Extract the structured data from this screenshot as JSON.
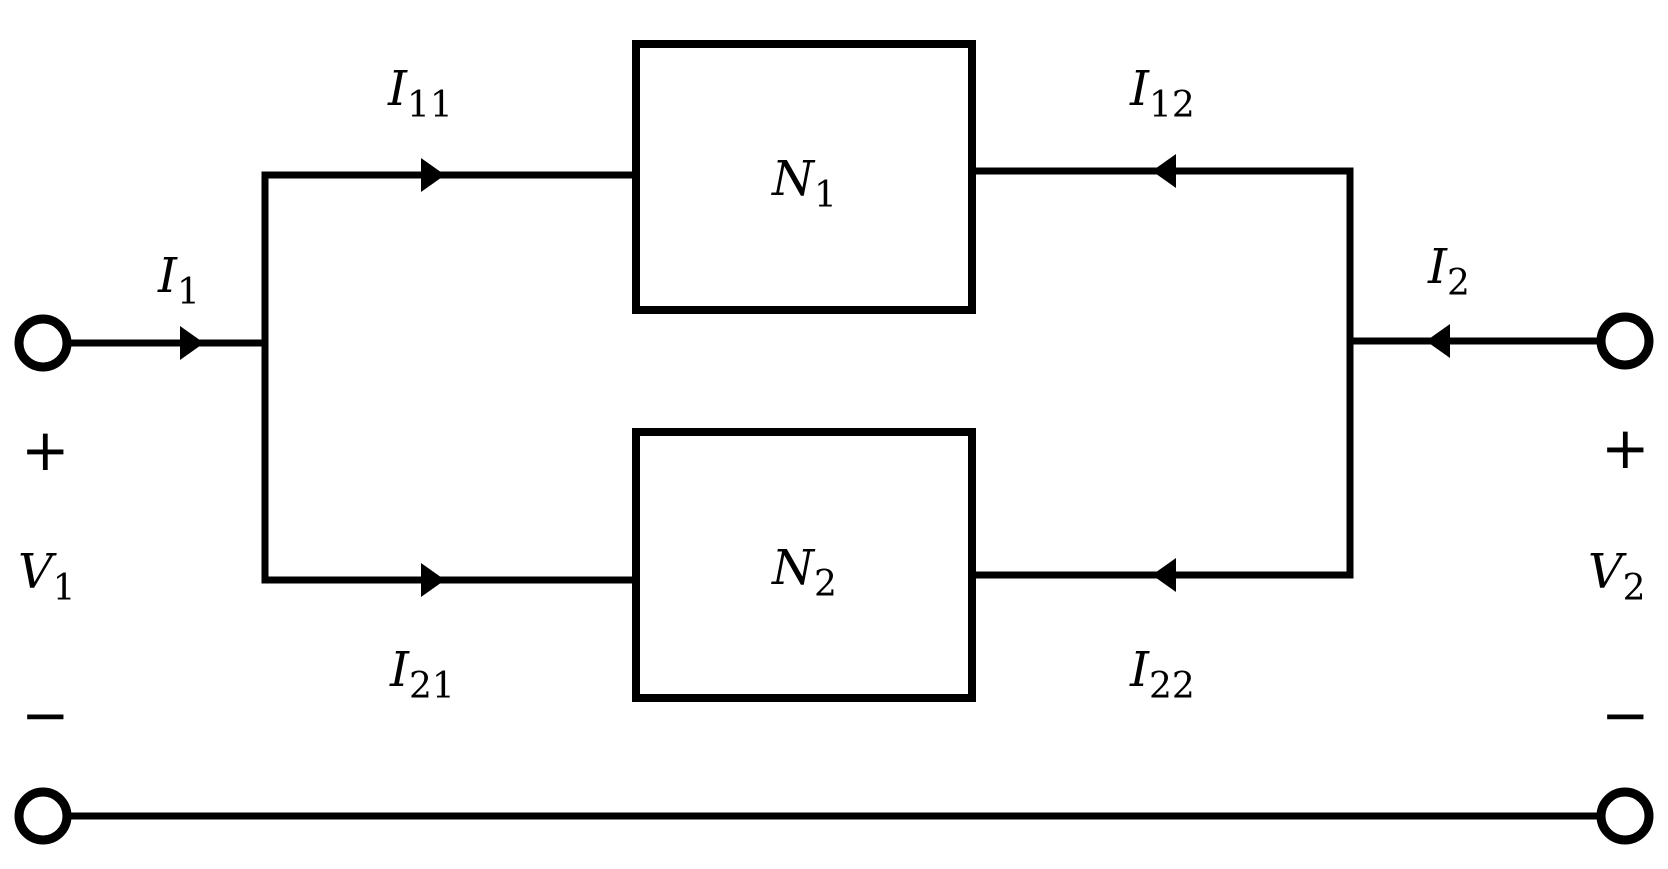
{
  "labels": {
    "I1": {
      "main": "I",
      "sub": "1"
    },
    "I2": {
      "main": "I",
      "sub": "2"
    },
    "I11": {
      "main": "I",
      "sub": "11"
    },
    "I12": {
      "main": "I",
      "sub": "12"
    },
    "I21": {
      "main": "I",
      "sub": "21"
    },
    "I22": {
      "main": "I",
      "sub": "22"
    },
    "N1": {
      "main": "N",
      "sub": "1"
    },
    "N2": {
      "main": "N",
      "sub": "2"
    },
    "V1": {
      "main": "V",
      "sub": "1"
    },
    "V2": {
      "main": "V",
      "sub": "2"
    }
  },
  "signs": {
    "left_plus": "+",
    "left_minus": "−",
    "right_plus": "+",
    "right_minus": "−"
  }
}
